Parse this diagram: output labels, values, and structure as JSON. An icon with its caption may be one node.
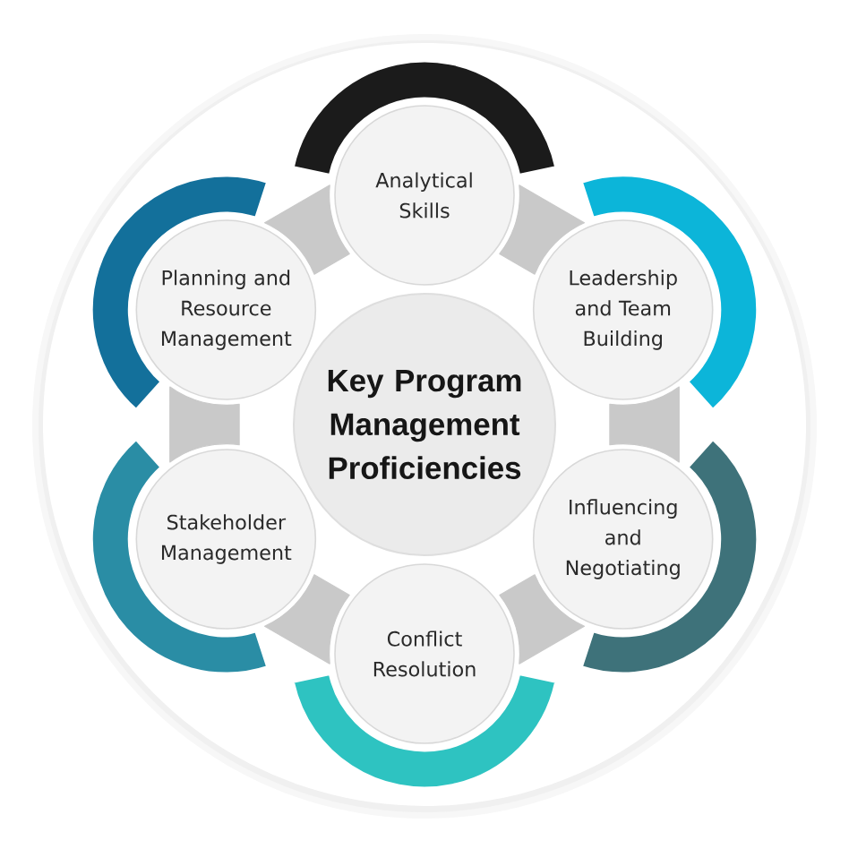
{
  "diagram": {
    "nodes": [
      {
        "text": [
          "Key Program Management Proficiencies"
        ]
      },
      {
        "text": [
          "Analytical Skills"
        ]
      },
      {
        "text": [
          "Leadership and Team Building"
        ]
      },
      {
        "text": [
          "Influencing and Negotiating"
        ]
      },
      {
        "text": [
          "Conflict Resolution"
        ]
      },
      {
        "text": [
          "Stakeholder Management"
        ]
      },
      {
        "text": [
          "Planning and Resource Management"
        ]
      }
    ],
    "edges": [
      {
        "from": 1,
        "to": 2,
        "arrow": "none"
      },
      {
        "from": 2,
        "to": 3,
        "arrow": "none"
      },
      {
        "from": 3,
        "to": 4,
        "arrow": "none"
      },
      {
        "from": 4,
        "to": 5,
        "arrow": "none"
      },
      {
        "from": 5,
        "to": 6,
        "arrow": "none"
      },
      {
        "from": 6,
        "to": 1,
        "arrow": "none"
      }
    ]
  }
}
